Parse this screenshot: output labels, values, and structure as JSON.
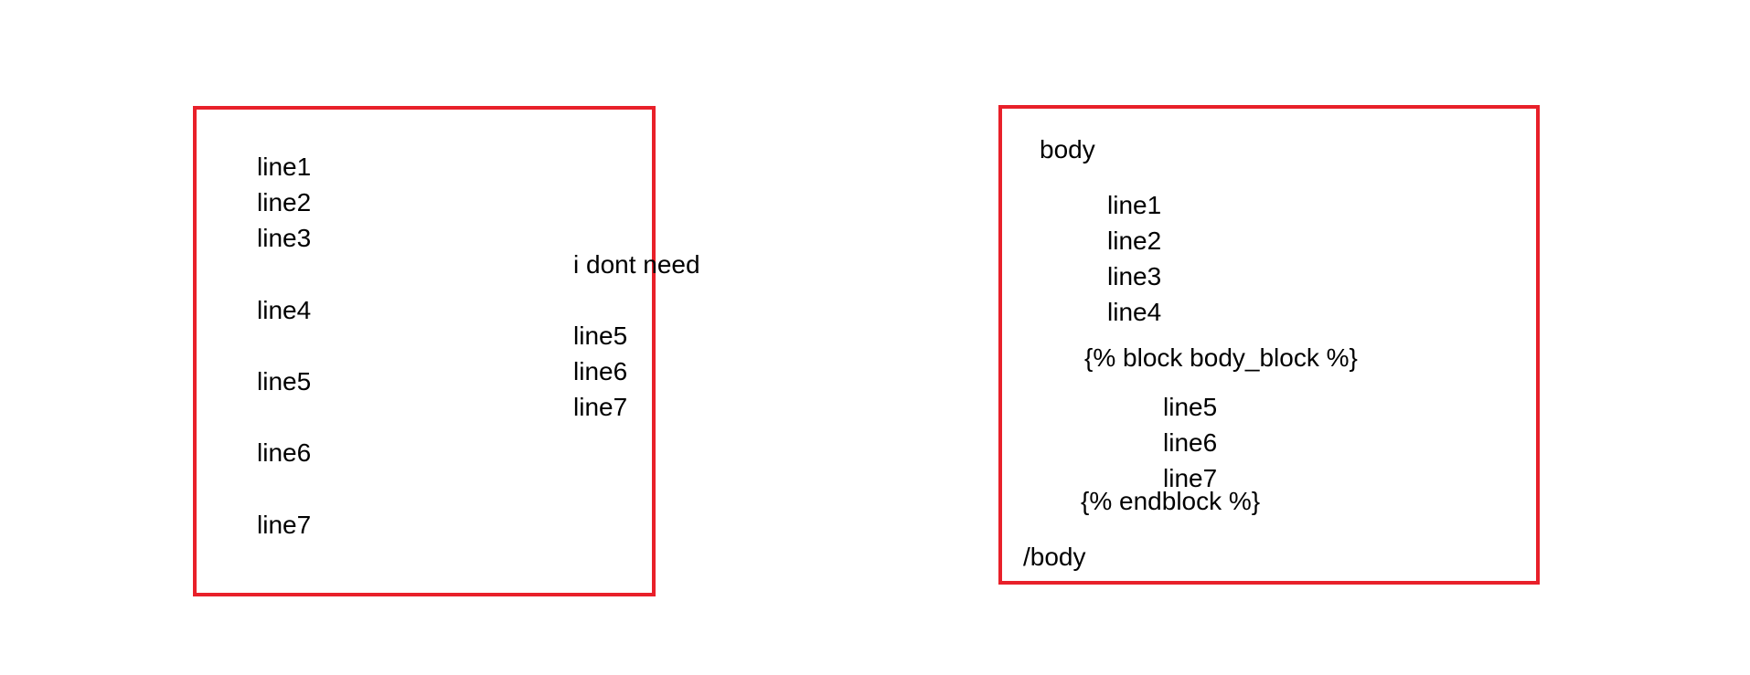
{
  "colors": {
    "box_border": "#e8202a",
    "text": "#000000",
    "background": "#ffffff"
  },
  "left_panel": {
    "lines": [
      "line1",
      "line2",
      "line3",
      "line4",
      "line5",
      "line6",
      "line7"
    ],
    "aside": {
      "note": "i dont need",
      "lines": [
        "line5",
        "line6",
        "line7"
      ]
    }
  },
  "right_panel": {
    "open_tag": "body",
    "lines": [
      "line1",
      "line2",
      "line3",
      "line4"
    ],
    "block_start": "{% block body_block %}",
    "block_lines": [
      "line5",
      "line6",
      "line7"
    ],
    "block_end": "{% endblock %}",
    "close_tag": "/body"
  }
}
